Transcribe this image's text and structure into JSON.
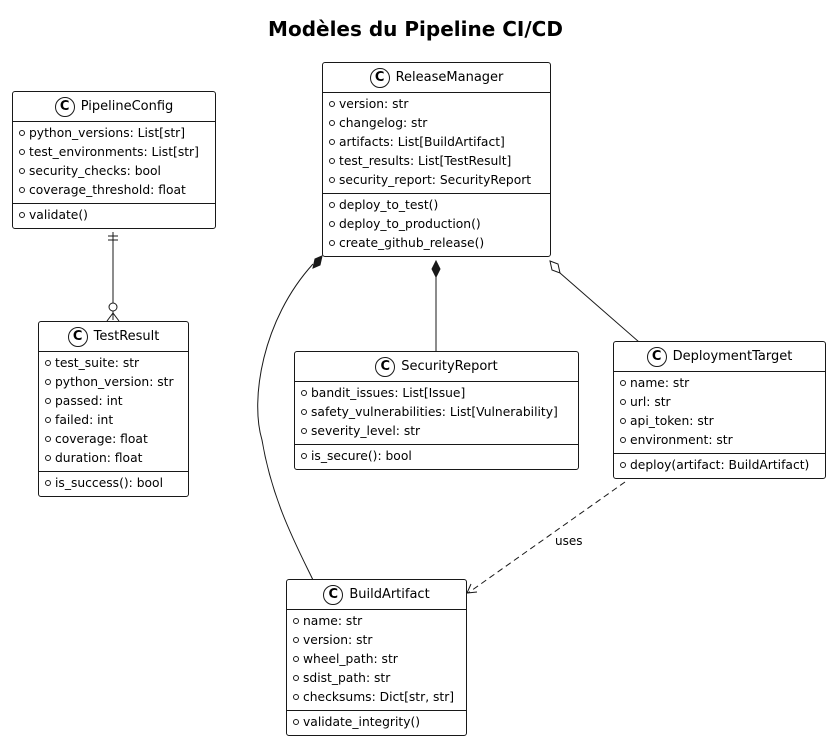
{
  "title": "Modèles du Pipeline CI/CD",
  "classes": {
    "pipeline_config": {
      "name": "PipelineConfig",
      "attributes": [
        "python_versions: List[str]",
        "test_environments: List[str]",
        "security_checks: bool",
        "coverage_threshold: float"
      ],
      "methods": [
        "validate()"
      ]
    },
    "release_manager": {
      "name": "ReleaseManager",
      "attributes": [
        "version: str",
        "changelog: str",
        "artifacts: List[BuildArtifact]",
        "test_results: List[TestResult]",
        "security_report: SecurityReport"
      ],
      "methods": [
        "deploy_to_test()",
        "deploy_to_production()",
        "create_github_release()"
      ]
    },
    "test_result": {
      "name": "TestResult",
      "attributes": [
        "test_suite: str",
        "python_version: str",
        "passed: int",
        "failed: int",
        "coverage: float",
        "duration: float"
      ],
      "methods": [
        "is_success(): bool"
      ]
    },
    "security_report": {
      "name": "SecurityReport",
      "attributes": [
        "bandit_issues: List[Issue]",
        "safety_vulnerabilities: List[Vulnerability]",
        "severity_level: str"
      ],
      "methods": [
        "is_secure(): bool"
      ]
    },
    "deployment_target": {
      "name": "DeploymentTarget",
      "attributes": [
        "name: str",
        "url: str",
        "api_token: str",
        "environment: str"
      ],
      "methods": [
        "deploy(artifact: BuildArtifact)"
      ]
    },
    "build_artifact": {
      "name": "BuildArtifact",
      "attributes": [
        "name: str",
        "version: str",
        "wheel_path: str",
        "sdist_path: str",
        "checksums: Dict[str, str]"
      ],
      "methods": [
        "validate_integrity()"
      ]
    }
  },
  "class_badge": "C",
  "relations": {
    "uses_label": "uses"
  }
}
